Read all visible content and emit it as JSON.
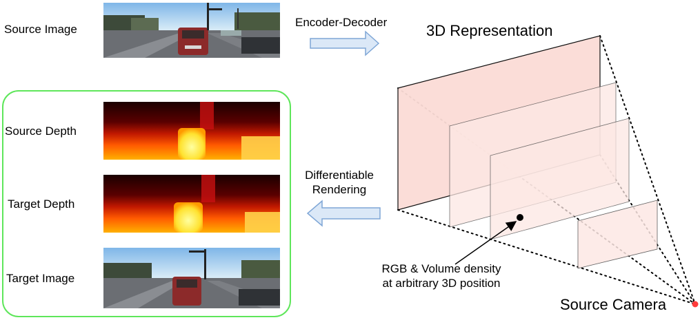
{
  "labels": {
    "source_image": "Source Image",
    "encoder_decoder": "Encoder-Decoder",
    "representation_3d": "3D Representation",
    "source_depth": "Source Depth",
    "target_depth": "Target Depth",
    "target_image": "Target Image",
    "differentiable_rendering_line1": "Differentiable",
    "differentiable_rendering_line2": "Rendering",
    "annotation_line1": "RGB & Volume density",
    "annotation_line2": "at arbitrary 3D position",
    "source_camera": "Source Camera"
  },
  "colors": {
    "panel_border": "#5ee65a",
    "plane_fill": "#fbdcd6",
    "arrow_fill": "#dbe8f7",
    "arrow_stroke": "#7ea6d6",
    "camera_point": "#ff3b3b"
  }
}
